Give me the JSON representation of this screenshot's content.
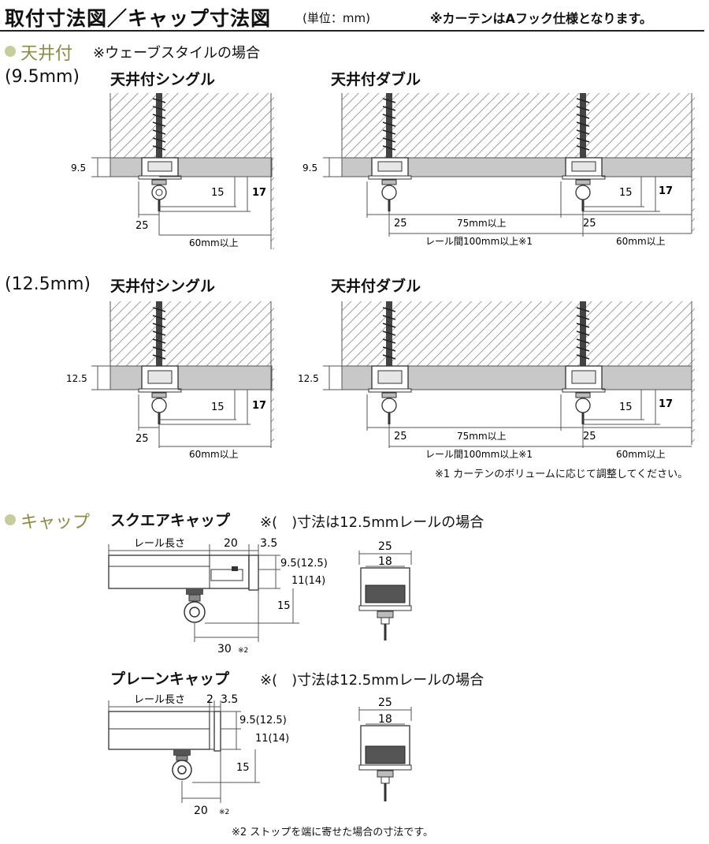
{
  "header": {
    "title": "取付寸法図／キャップ寸法図",
    "unit": "(単位：mm)",
    "note": "※カーテンはAフック仕様となります。"
  },
  "ceiling_section": {
    "name": "天井付",
    "note": "※ウェーブスタイルの場合",
    "rail_95": {
      "size_label": "(9.5mm)",
      "single_title": "天井付シングル",
      "double_title": "天井付ダブル",
      "dims": {
        "height": "9.5",
        "d15": "15",
        "d17": "17",
        "d25": "25",
        "d60": "60mm以上",
        "d75": "75mm以上",
        "rail_gap": "レール間100mm以上※1"
      }
    },
    "rail_125": {
      "size_label": "(12.5mm)",
      "single_title": "天井付シングル",
      "double_title": "天井付ダブル",
      "dims": {
        "height": "12.5",
        "d15": "15",
        "d17": "17",
        "d25": "25",
        "d60": "60mm以上",
        "d75": "75mm以上",
        "rail_gap": "レール間100mm以上※1"
      }
    },
    "footnote": "※1 カーテンのボリュームに応じて調整してください。"
  },
  "cap_section": {
    "name": "キャップ",
    "square": {
      "title": "スクエアキャップ",
      "note": "※(　)寸法は12.5mmレールの場合",
      "dims": {
        "rail_length": "レール長さ",
        "d20": "20",
        "d35": "3.5",
        "h95": "9.5(12.5)",
        "h11": "11(14)",
        "d15": "15",
        "d30": "30",
        "mark2": "※2",
        "w25": "25",
        "w18": "18"
      }
    },
    "plain": {
      "title": "プレーンキャップ",
      "note": "※(　)寸法は12.5mmレールの場合",
      "dims": {
        "rail_length": "レール長さ",
        "d2": "2",
        "d35": "3.5",
        "h95": "9.5(12.5)",
        "h11": "11(14)",
        "d15": "15",
        "d20": "20",
        "mark2": "※2",
        "w25": "25",
        "w18": "18"
      }
    },
    "footnote": "※2 ストップを端に寄せた場合の寸法です。"
  }
}
